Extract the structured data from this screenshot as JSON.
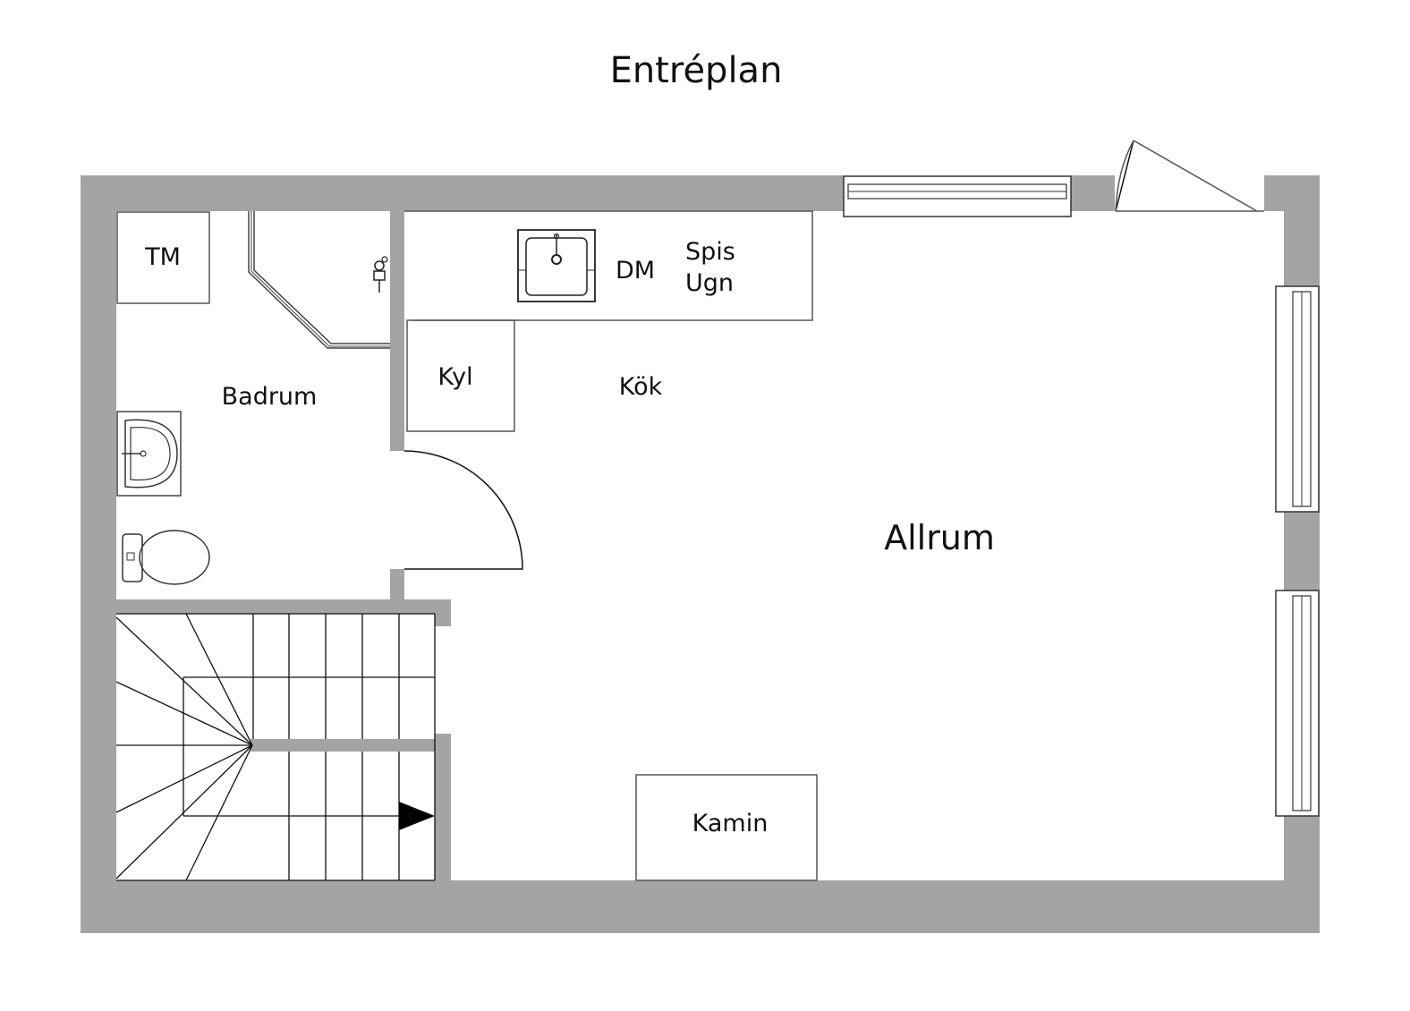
{
  "title": "Entréplan",
  "rooms": {
    "allrum": "Allrum",
    "kok": "Kök",
    "badrum": "Badrum"
  },
  "fixtures": {
    "tm": "TM",
    "dm": "DM",
    "spis": "Spis",
    "ugn": "Ugn",
    "kyl": "Kyl",
    "kamin": "Kamin"
  },
  "colors": {
    "wall": "#a4a4a4",
    "line": "#555555",
    "background": "#ffffff"
  }
}
